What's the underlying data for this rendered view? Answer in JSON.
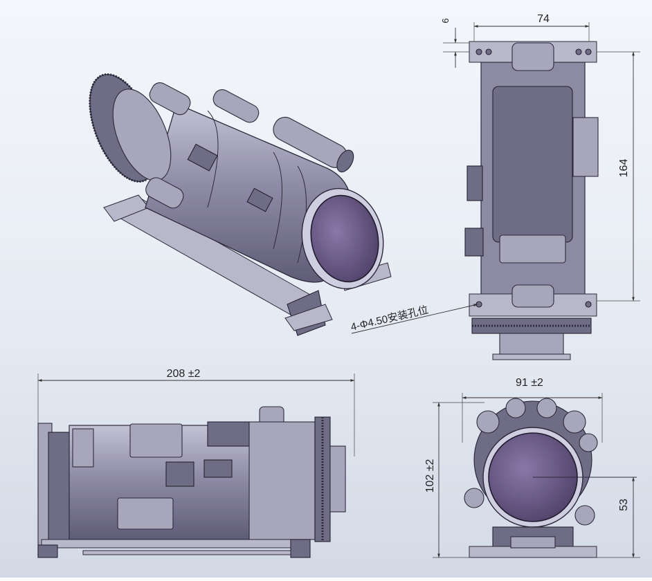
{
  "dimensions": {
    "side_top_width": "74",
    "side_top_offset": "6",
    "side_height": "164",
    "hole_note": "4-Φ4.50安装孔位",
    "length": "208 ±2",
    "front_width": "91 ±2",
    "front_height": "102 ±2",
    "axis_height": "53"
  }
}
